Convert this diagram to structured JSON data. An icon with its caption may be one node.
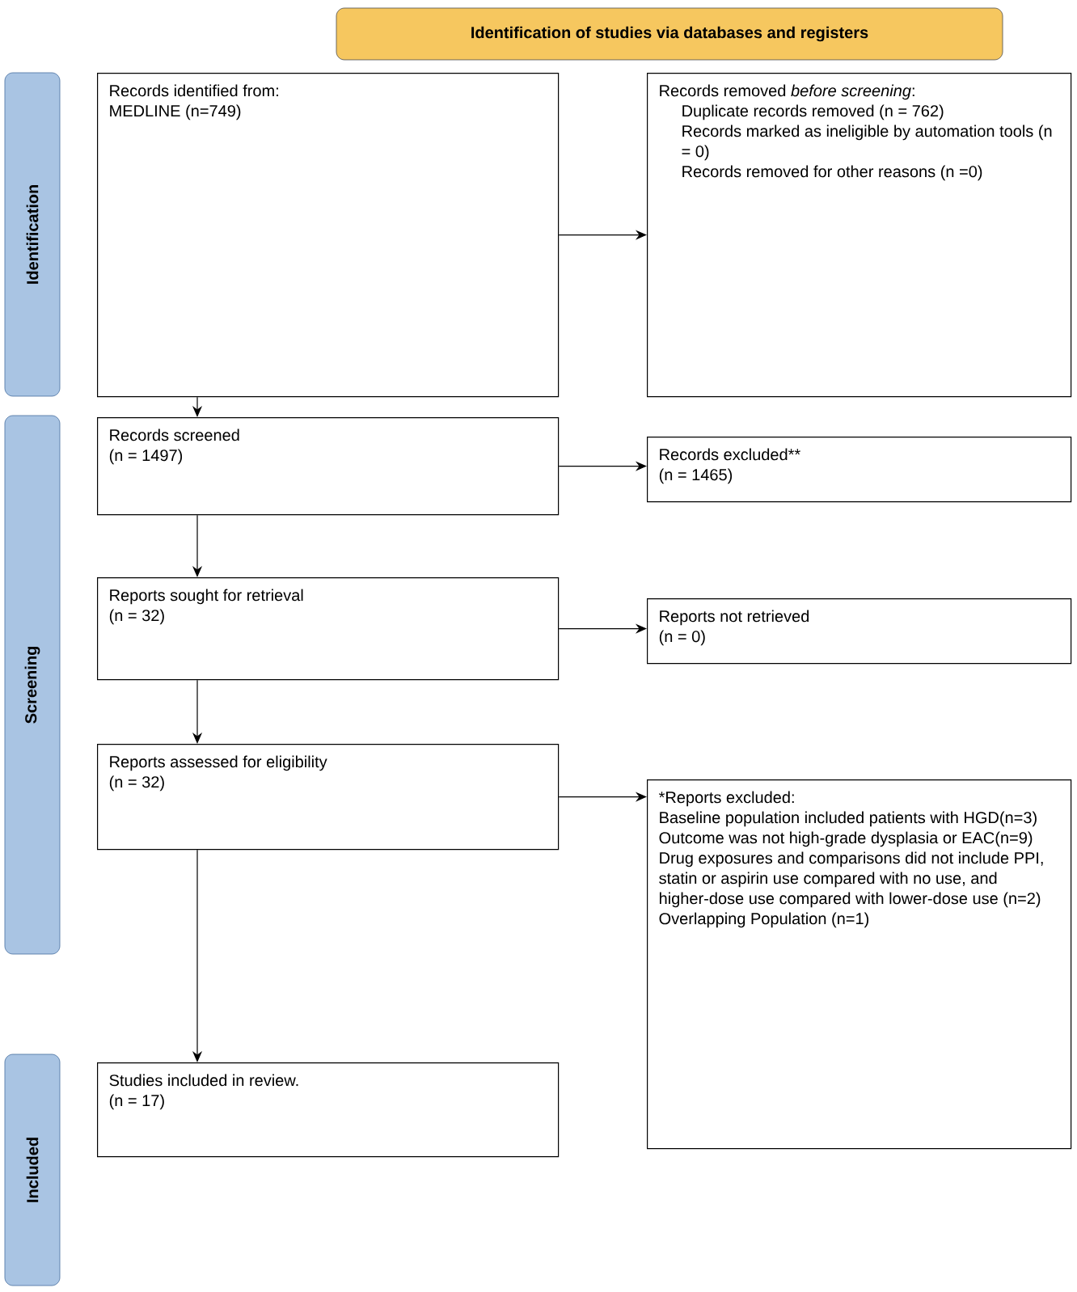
{
  "diagram": {
    "nodes": [
      {
        "text": [
          "Identification of studies via databases and registers"
        ]
      },
      {
        "text": [
          "Identification"
        ]
      },
      {
        "text": [
          "Screening"
        ]
      },
      {
        "text": [
          "Included"
        ]
      },
      {
        "text": [
          "Records identified from:",
          "MEDLINE (n=749)"
        ]
      },
      {
        "text": [
          "Records removed *before screening*:",
          "Duplicate records removed (n = 762)",
          "Records marked as ineligible by automation tools (n = 0)",
          "Records removed for other reasons (n =0)"
        ]
      },
      {
        "text": [
          "Records screened",
          "(n = 1497)"
        ]
      },
      {
        "text": [
          "Records excluded**",
          "(n = 1465)"
        ]
      },
      {
        "text": [
          "Reports sought for retrieval",
          "(n = 32)"
        ]
      },
      {
        "text": [
          "Reports not retrieved",
          "(n = 0)"
        ]
      },
      {
        "text": [
          "Reports assessed for eligibility",
          "(n = 32)"
        ]
      },
      {
        "text": [
          "*Reports excluded:",
          "Baseline population included patients with HGD(n=3)",
          "Outcome was not high-grade dysplasia or EAC(n=9)",
          "Drug exposures and comparisons did not include PPI, statin or aspirin use compared with no use, and higher-dose use compared with lower-dose use (n=2)",
          "Overlapping Population (n=1)"
        ]
      },
      {
        "text": [
          "Studies included in review.",
          "(n = 17)"
        ]
      }
    ],
    "edges": [
      {
        "from": 4,
        "to": 5,
        "arrow": "to"
      },
      {
        "from": 4,
        "to": 6,
        "arrow": "to"
      },
      {
        "from": 6,
        "to": 7,
        "arrow": "to"
      },
      {
        "from": 6,
        "to": 8,
        "arrow": "to"
      },
      {
        "from": 8,
        "to": 9,
        "arrow": "to"
      },
      {
        "from": 8,
        "to": 10,
        "arrow": "to"
      },
      {
        "from": 10,
        "to": 11,
        "arrow": "to"
      },
      {
        "from": 10,
        "to": 12,
        "arrow": "to"
      }
    ]
  }
}
